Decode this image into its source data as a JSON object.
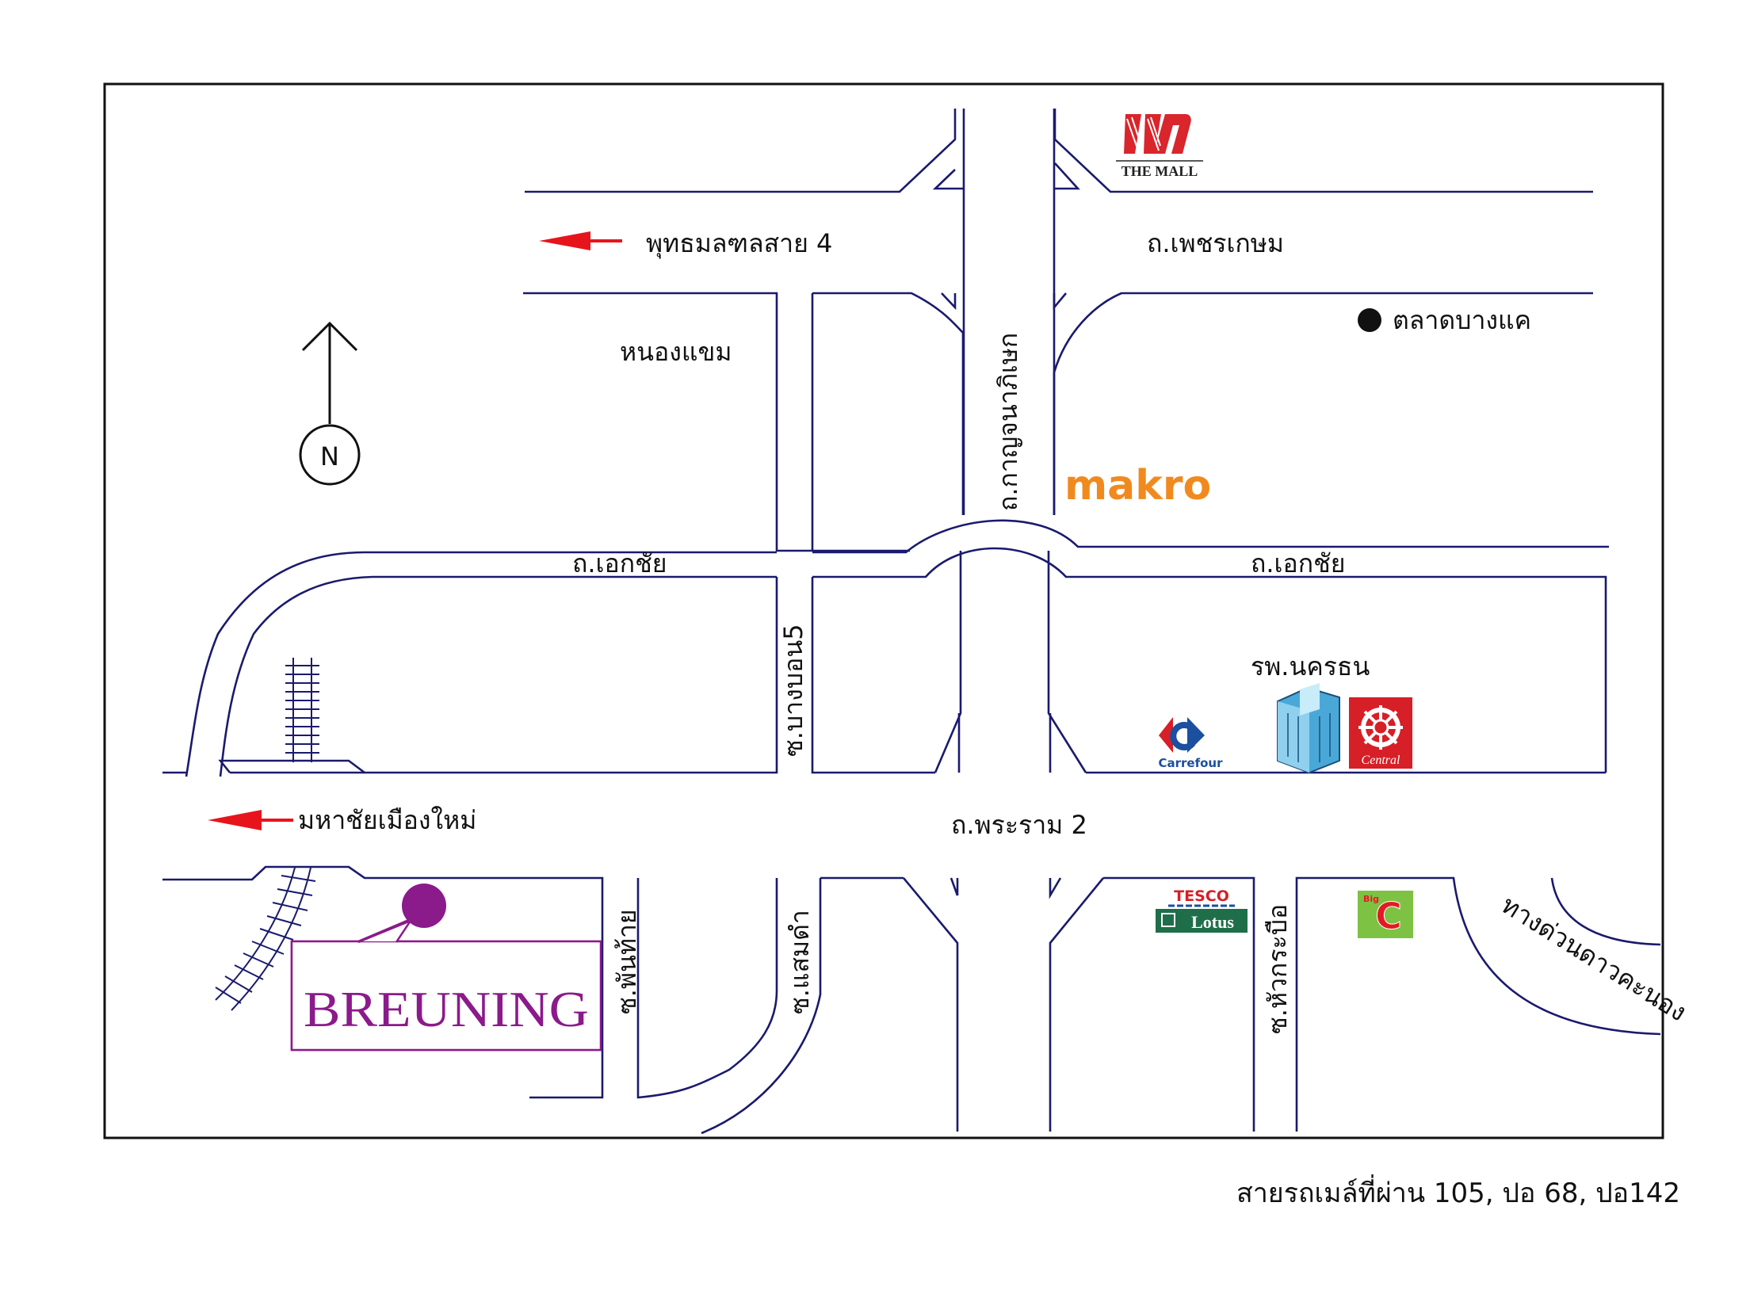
{
  "colors": {
    "road": "#1a1a6e",
    "arrow": "#e8141c",
    "breuning": "#8b1a8b",
    "makro": "#f08a1e",
    "mall": "#d9252b",
    "central": "#d61f26",
    "bigc_bg": "#7dc242",
    "bigc_letter": "#e21b23",
    "lotus_bg": "#1f6e4a"
  },
  "labels": {
    "putthamonthon": "พุทธมลฑลสาย 4",
    "petchkasem": "ถ.เพชรเกษม",
    "nongkhaem": "หนองแขม",
    "talat_bangkhae": "ตลาดบางแค",
    "kanchanaphisek": "ถ.กาญจนาภิเษก",
    "ekkachai_left": "ถ.เอกชัย",
    "ekkachai_right": "ถ.เอกชัย",
    "soi_bangbon5": "ซ.บางบอน5",
    "mahachai": "มหาชัยเมืองใหม่",
    "rama2": "ถ.พระราม 2",
    "hospital": "รพ.นครธน",
    "soi_phanthai": "ซ.พันท้าย",
    "soi_saemdam": "ซ.แสมดำ",
    "soi_huakrabue": "ซ.หัวกระบือ",
    "expressway": "ทางด่วนดาวคะนอง",
    "compass": "N"
  },
  "logos": {
    "breuning": "BREUNING",
    "makro": "makro",
    "the_mall": "THE MALL",
    "carrefour": "Carrefour",
    "central": "Central",
    "tesco": "TESCO",
    "lotus": "Lotus",
    "bigc_big": "Big",
    "bigc_c": "C"
  },
  "footer": {
    "bus_lines": "สายรถเมล์ที่ผ่าน 105, ปอ 68, ปอ142"
  }
}
